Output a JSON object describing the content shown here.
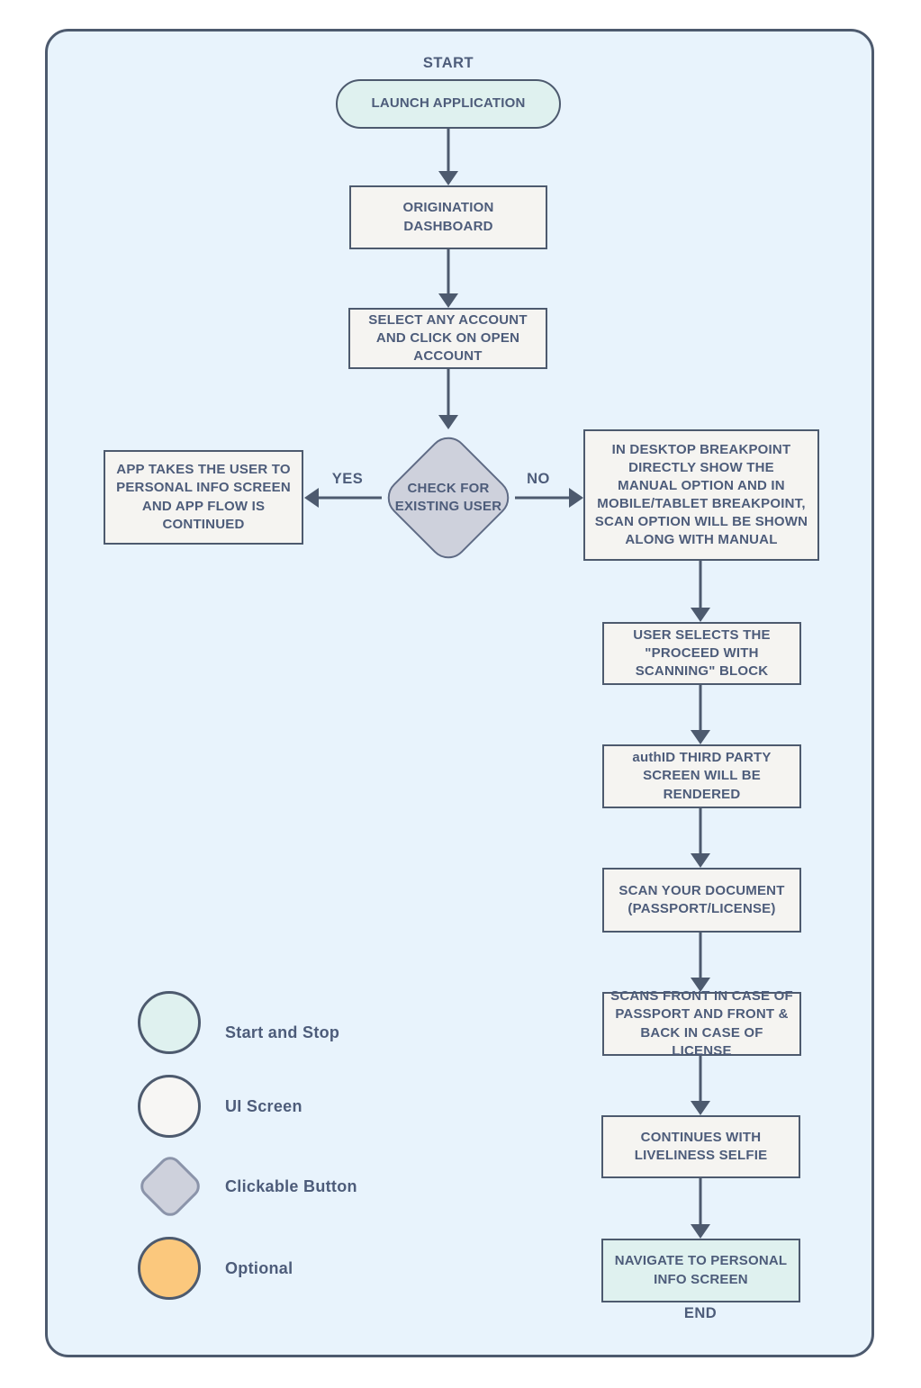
{
  "flow": {
    "start_label": "START",
    "end_label": "END",
    "branch_labels": {
      "yes": "YES",
      "no": "NO"
    },
    "nodes": {
      "launch": [
        "LAUNCH APPLICATION"
      ],
      "origination": [
        "ORIGINATION",
        "DASHBOARD"
      ],
      "select_account": [
        "SELECT ANY ACCOUNT",
        "AND CLICK ON OPEN",
        "ACCOUNT"
      ],
      "check_existing": [
        "CHECK FOR",
        "EXISTING USER"
      ],
      "personal_info_continue": [
        "APP TAKES THE USER TO",
        "PERSONAL INFO SCREEN",
        "AND APP FLOW IS",
        "CONTINUED"
      ],
      "breakpoint_options": [
        "IN DESKTOP BREAKPOINT",
        "DIRECTLY SHOW THE",
        "MANUAL OPTION AND IN",
        "MOBILE/TABLET BREAKPOINT,",
        "SCAN OPTION WILL BE SHOWN",
        "ALONG WITH MANUAL"
      ],
      "proceed_scanning": [
        "USER SELECTS THE",
        "\"PROCEED WITH",
        "SCANNING\" BLOCK"
      ],
      "authid_screen": [
        "authID THIRD PARTY",
        "SCREEN WILL BE",
        "RENDERED"
      ],
      "scan_document": [
        "SCAN YOUR DOCUMENT",
        "(PASSPORT/LICENSE)"
      ],
      "scans_front_back": [
        "SCANS FRONT IN CASE OF",
        "PASSPORT AND FRONT &",
        "BACK IN CASE OF LICENSE"
      ],
      "liveliness_selfie": [
        "CONTINUES WITH",
        "LIVELINESS SELFIE"
      ],
      "navigate_personal_info": [
        "NAVIGATE TO PERSONAL",
        "INFO SCREEN"
      ]
    }
  },
  "legend": {
    "items": [
      {
        "label": "Start and Stop",
        "shape": "circle",
        "color": "#dff1ef"
      },
      {
        "label": "UI Screen",
        "shape": "circle",
        "color": "#f7f6f4"
      },
      {
        "label": "Clickable Button",
        "shape": "diamond",
        "color": "#ced1dc"
      },
      {
        "label": "Optional",
        "shape": "circle",
        "color": "#fbc87d"
      }
    ]
  },
  "colors": {
    "page_background": "#ffffff",
    "frame_fill": "#e8f3fc",
    "frame_border": "#4d5a6e",
    "screen_fill": "#f5f4f1",
    "start_stop_fill": "#dff1ef",
    "decision_fill": "#ced1dc",
    "decision_border": "#5f6b85",
    "optional_fill": "#fbc87d",
    "connector": "#4d5a6e",
    "text": "#4d5c7a"
  }
}
